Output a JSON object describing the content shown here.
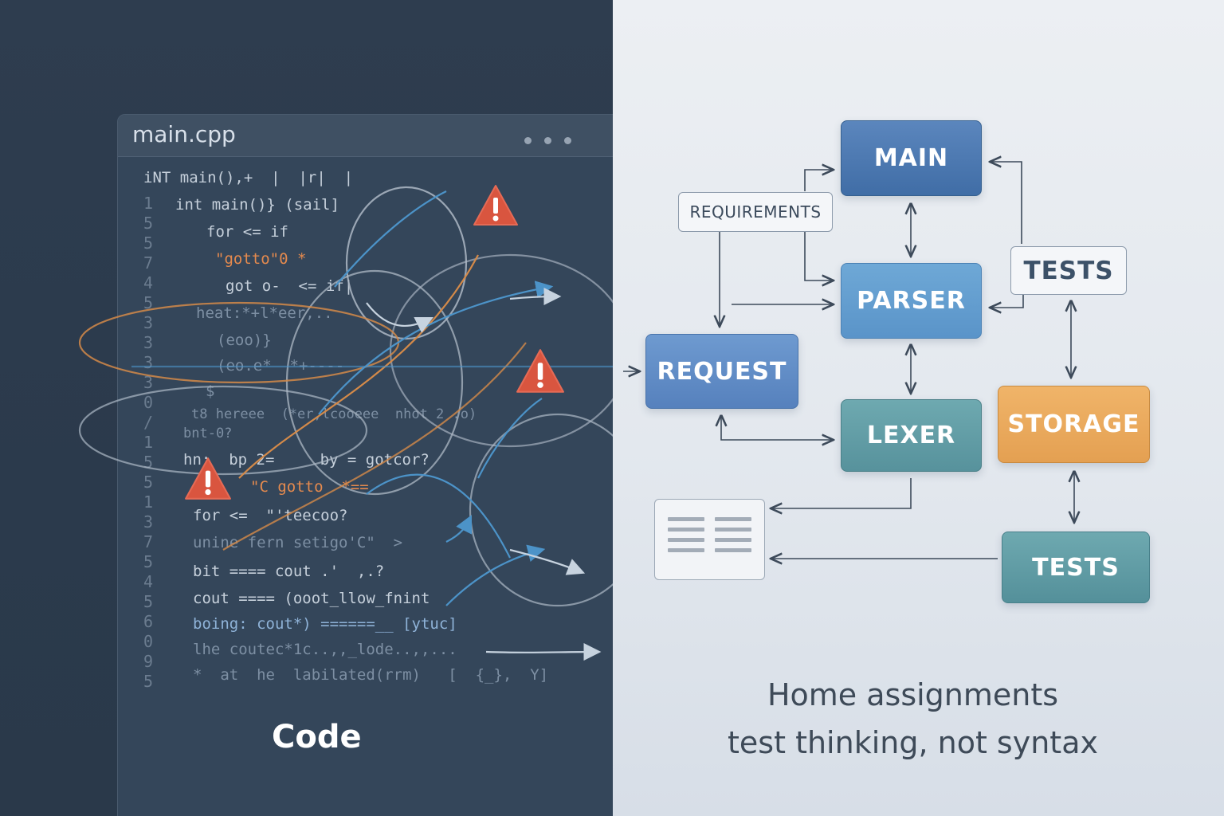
{
  "left_panel": {
    "editor": {
      "tab_title": "main.cpp",
      "code_lines": [
        "iNT main(),+  |  |r|  |",
        "int main()} (sail]",
        "for <= if",
        "\"gotto\"0 *",
        "got o-  <= if|",
        "heat:*+l*eer,..",
        "(eoo)}",
        "(eo.e*  *+----",
        "$",
        "t8 hereee  (*er,lcooeee  nhot 2 .o)",
        "bnt-0?",
        "hn:  bp 2=     by = gotcor?",
        "\"C gotto  *==",
        "for <=  \"'teecoo?",
        "unine fern setigo'C\"  >",
        "bit ==== cout .'  ,.?",
        "cout ==== (ooot_llow_fnint",
        "boing: cout*) ======__ [ytuc]",
        "lhe coutec*1c..,,_lode..,,...",
        "*  at  he  labilated(rrm)   [  {_},  Y]"
      ],
      "gutter_numbers": "1\n5\n5\n7\n4\n5\n3\n3\n3\n3\n0\n/\n1\n5\n5\n1\n3\n7\n5\n4\n5\n6\n0\n9\n5"
    },
    "caption": "Code"
  },
  "diagram": {
    "nodes": {
      "main": "MAIN",
      "parser": "PARSER",
      "request": "REQUEST",
      "lexer": "LEXER",
      "storage": "STORAGE",
      "tests_bottom": "TESTS"
    },
    "labels": {
      "requirements": "REQUIREMENTS",
      "tests_top": "TESTS"
    },
    "icons": [
      "document-icon",
      "warning-icon"
    ],
    "colors": {
      "main": "#4d78b2",
      "parser": "#649ed0",
      "request": "#6290c7",
      "lexer": "#5f9ca4",
      "storage": "#eaa85c",
      "tests": "#5e9aa3",
      "warning": "#d9553f"
    }
  },
  "caption_right": {
    "line1": "Home assignments",
    "line2": "test thinking, not syntax"
  }
}
